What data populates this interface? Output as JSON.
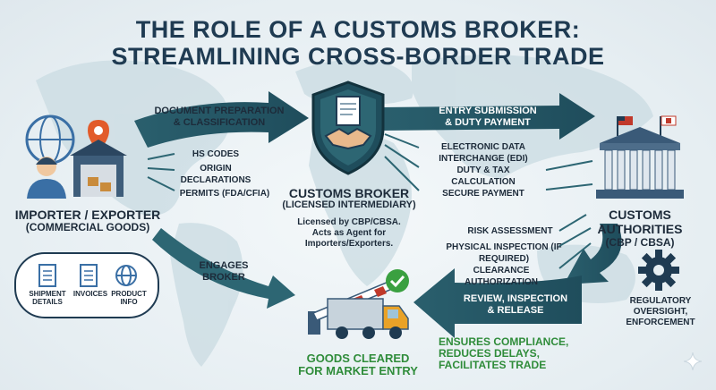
{
  "title": {
    "line1": "THE ROLE OF A CUSTOMS BROKER:",
    "line2": "STREAMLINING CROSS-BORDER TRADE"
  },
  "importer": {
    "heading": "IMPORTER / EXPORTER",
    "subheading": "(COMMERCIAL GOODS)",
    "docs": [
      "SHIPMENT DETAILS",
      "INVOICES",
      "PRODUCT INFO"
    ]
  },
  "doc_arrow": {
    "line1": "DOCUMENT PREPARATION",
    "line2": "& CLASSIFICATION"
  },
  "doc_items": [
    "HS CODES",
    "ORIGIN DECLARATIONS",
    "PERMITS (FDA/CFIA)"
  ],
  "engages": {
    "line1": "ENGAGES",
    "line2": "BROKER"
  },
  "broker": {
    "heading": "CUSTOMS BROKER",
    "subheading": "(LICENSED INTERMEDIARY)",
    "desc1": "Licensed by CBP/CBSA.",
    "desc2": "Acts as Agent for",
    "desc3": "Importers/Exporters."
  },
  "entry_arrow": {
    "line1": "ENTRY SUBMISSION",
    "line2": "& DUTY PAYMENT"
  },
  "entry_items": [
    "ELECTRONIC DATA INTERCHANGE (EDI)",
    "DUTY & TAX CALCULATION",
    "SECURE PAYMENT"
  ],
  "authorities": {
    "heading1": "CUSTOMS",
    "heading2": "AUTHORITIES",
    "subheading": "(CBP / CBSA)"
  },
  "review_items": [
    "RISK ASSESSMENT",
    "PHYSICAL INSPECTION (IF REQUIRED)",
    "CLEARANCE AUTHORIZATION"
  ],
  "review_arrow": {
    "line1": "REVIEW, INSPECTION",
    "line2": "& RELEASE"
  },
  "regulatory": {
    "line1": "REGULATORY",
    "line2": "OVERSIGHT,",
    "line3": "ENFORCEMENT"
  },
  "goods": {
    "line1": "GOODS CLEARED",
    "line2": "FOR MARKET ENTRY"
  },
  "compliance": {
    "line1": "ENSURES COMPLIANCE,",
    "line2": "REDUCES DELAYS,",
    "line3": "FACILITATES TRADE"
  },
  "colors": {
    "navy": "#1f3b52",
    "teal": "#2d6673",
    "green": "#2f8c3a",
    "orange": "#e9a227"
  }
}
